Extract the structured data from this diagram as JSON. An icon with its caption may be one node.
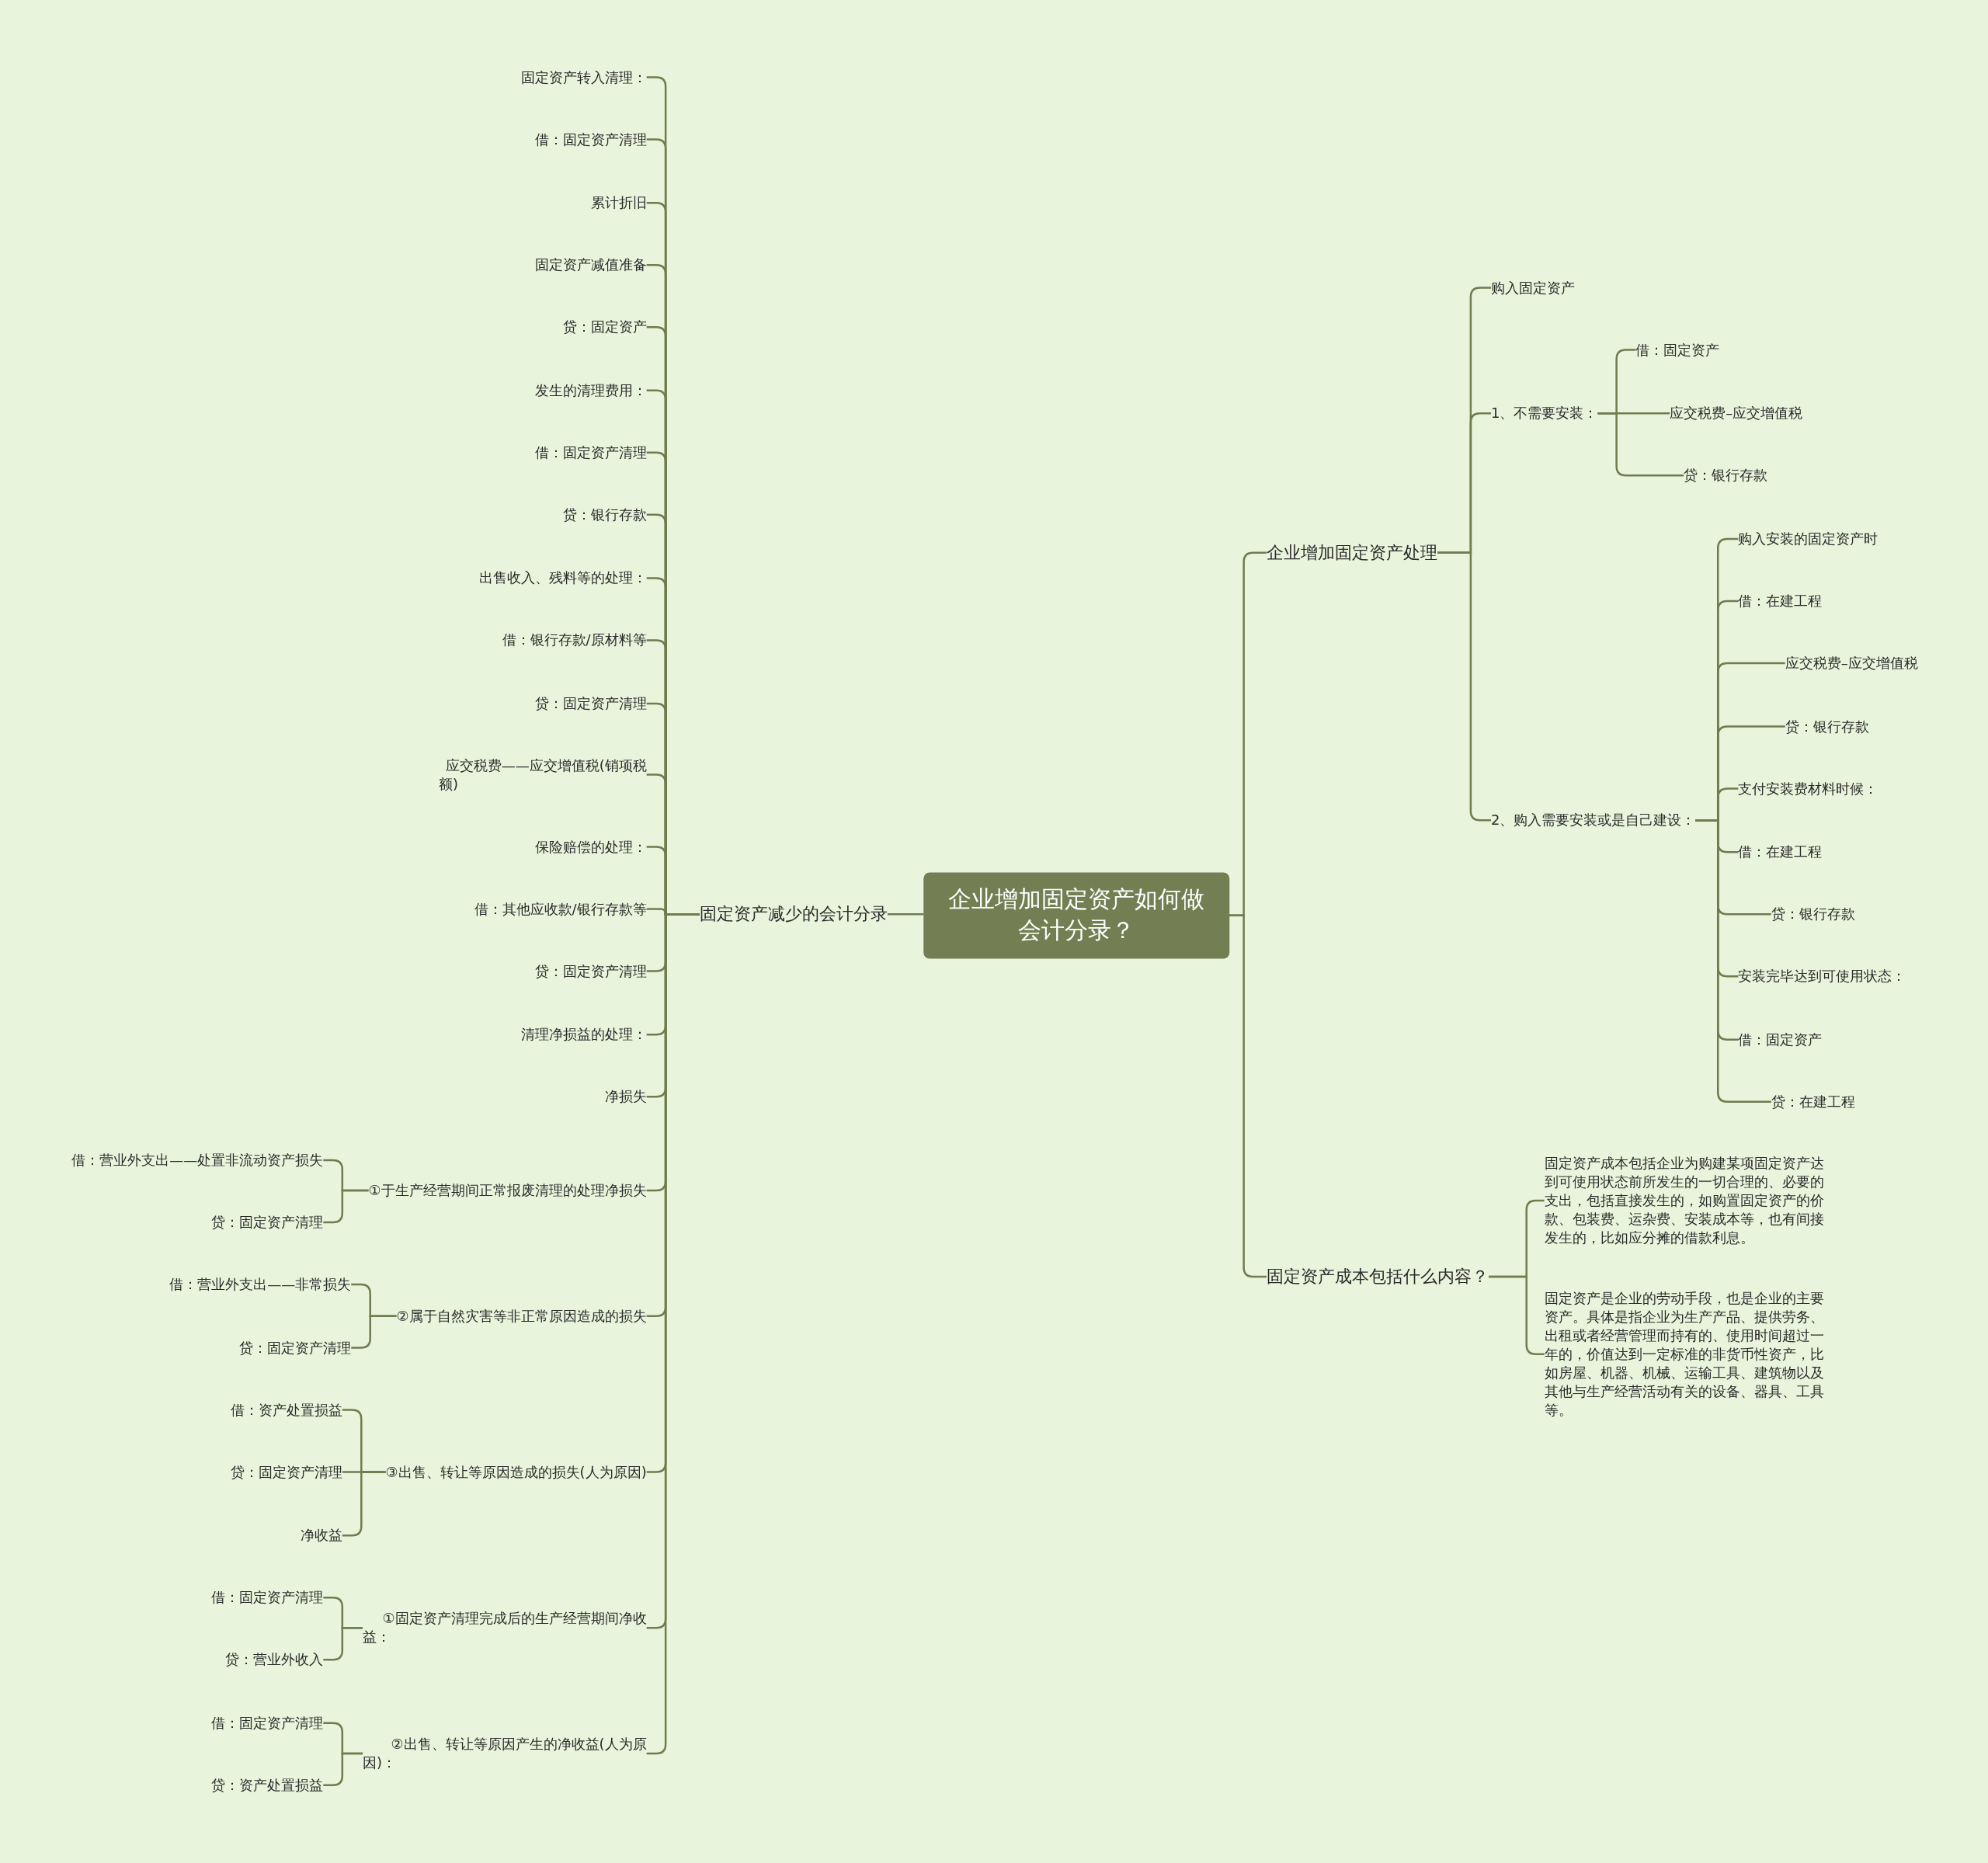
{
  "diagram": {
    "nodes": [
      {
        "text": [
          "企业增加固定资产如何做会计分录？"
        ]
      },
      {
        "text": [
          "固定资产减少的会计分录"
        ]
      },
      {
        "text": [
          "固定资产转入清理："
        ]
      },
      {
        "text": [
          "借：固定资产清理"
        ]
      },
      {
        "text": [
          "累计折旧"
        ]
      },
      {
        "text": [
          "固定资产减值准备"
        ]
      },
      {
        "text": [
          "贷：固定资产"
        ]
      },
      {
        "text": [
          "发生的清理费用："
        ]
      },
      {
        "text": [
          "借：固定资产清理"
        ]
      },
      {
        "text": [
          "贷：银行存款"
        ]
      },
      {
        "text": [
          "出售收入、残料等的处理："
        ]
      },
      {
        "text": [
          "借：银行存款/原材料等"
        ]
      },
      {
        "text": [
          "贷：固定资产清理"
        ]
      },
      {
        "text": [
          "应交税费——应交增值税(销项税额)"
        ]
      },
      {
        "text": [
          "保险赔偿的处理："
        ]
      },
      {
        "text": [
          "借：其他应收款/银行存款等"
        ]
      },
      {
        "text": [
          "贷：固定资产清理"
        ]
      },
      {
        "text": [
          "清理净损益的处理："
        ]
      },
      {
        "text": [
          "净损失"
        ]
      },
      {
        "text": [
          "①于生产经营期间正常报废清理的处理净损失"
        ]
      },
      {
        "text": [
          "借：营业外支出——处置非流动资产损失"
        ]
      },
      {
        "text": [
          "贷：固定资产清理"
        ]
      },
      {
        "text": [
          "②属于自然灾害等非正常原因造成的损失"
        ]
      },
      {
        "text": [
          "借：营业外支出——非常损失"
        ]
      },
      {
        "text": [
          "贷：固定资产清理"
        ]
      },
      {
        "text": [
          "③出售、转让等原因造成的损失(人为原因)"
        ]
      },
      {
        "text": [
          "借：资产处置损益"
        ]
      },
      {
        "text": [
          "贷：固定资产清理"
        ]
      },
      {
        "text": [
          "净收益"
        ]
      },
      {
        "text": [
          "①固定资产清理完成后的生产经营期间净收益："
        ]
      },
      {
        "text": [
          "借：固定资产清理"
        ]
      },
      {
        "text": [
          "贷：营业外收入"
        ]
      },
      {
        "text": [
          "②出售、转让等原因产生的净收益(人为原因)："
        ]
      },
      {
        "text": [
          "借：固定资产清理"
        ]
      },
      {
        "text": [
          "贷：资产处置损益"
        ]
      },
      {
        "text": [
          "企业增加固定资产处理"
        ]
      },
      {
        "text": [
          "购入固定资产"
        ]
      },
      {
        "text": [
          "1、不需要安装："
        ]
      },
      {
        "text": [
          "借：固定资产"
        ]
      },
      {
        "text": [
          "应交税费–应交增值税"
        ]
      },
      {
        "text": [
          "贷：银行存款"
        ]
      },
      {
        "text": [
          "2、购入需要安装或是自己建设："
        ]
      },
      {
        "text": [
          "购入安装的固定资产时"
        ]
      },
      {
        "text": [
          "借：在建工程"
        ]
      },
      {
        "text": [
          "应交税费–应交增值税"
        ]
      },
      {
        "text": [
          "贷：银行存款"
        ]
      },
      {
        "text": [
          "支付安装费材料时候："
        ]
      },
      {
        "text": [
          "借：在建工程"
        ]
      },
      {
        "text": [
          "贷：银行存款"
        ]
      },
      {
        "text": [
          "安装完毕达到可使用状态："
        ]
      },
      {
        "text": [
          "借：固定资产"
        ]
      },
      {
        "text": [
          "贷：在建工程"
        ]
      },
      {
        "text": [
          "固定资产成本包括什么内容？"
        ]
      },
      {
        "text": [
          "固定资产成本包括企业为购建某项固定资产达到可使用状态前所发生的一切合理的、必要的支出，包括直接发生的，如购置固定资产的价款、包装费、运杂费、安装成本等，也有间接发生的，比如应分摊的借款利息。"
        ]
      },
      {
        "text": [
          "固定资产是企业的劳动手段，也是企业的主要资产。具体是指企业为生产产品、提供劳务、出租或者经营管理而持有的、使用时间超过一年的，价值达到一定标准的非货币性资产，比如房屋、机器、机械、运输工具、建筑物以及其他与生产经营活动有关的设备、器具、工具等。"
        ]
      }
    ],
    "edges": [
      {
        "from": 0,
        "to": 1,
        "arrow": "none"
      },
      {
        "from": 1,
        "to": 2,
        "arrow": "none"
      },
      {
        "from": 1,
        "to": 3,
        "arrow": "none"
      },
      {
        "from": 1,
        "to": 4,
        "arrow": "none"
      },
      {
        "from": 1,
        "to": 5,
        "arrow": "none"
      },
      {
        "from": 1,
        "to": 6,
        "arrow": "none"
      },
      {
        "from": 1,
        "to": 7,
        "arrow": "none"
      },
      {
        "from": 1,
        "to": 8,
        "arrow": "none"
      },
      {
        "from": 1,
        "to": 9,
        "arrow": "none"
      },
      {
        "from": 1,
        "to": 10,
        "arrow": "none"
      },
      {
        "from": 1,
        "to": 11,
        "arrow": "none"
      },
      {
        "from": 1,
        "to": 12,
        "arrow": "none"
      },
      {
        "from": 1,
        "to": 13,
        "arrow": "none"
      },
      {
        "from": 1,
        "to": 14,
        "arrow": "none"
      },
      {
        "from": 1,
        "to": 15,
        "arrow": "none"
      },
      {
        "from": 1,
        "to": 16,
        "arrow": "none"
      },
      {
        "from": 1,
        "to": 17,
        "arrow": "none"
      },
      {
        "from": 1,
        "to": 18,
        "arrow": "none"
      },
      {
        "from": 1,
        "to": 19,
        "arrow": "none"
      },
      {
        "from": 19,
        "to": 20,
        "arrow": "none"
      },
      {
        "from": 19,
        "to": 21,
        "arrow": "none"
      },
      {
        "from": 1,
        "to": 22,
        "arrow": "none"
      },
      {
        "from": 22,
        "to": 23,
        "arrow": "none"
      },
      {
        "from": 22,
        "to": 24,
        "arrow": "none"
      },
      {
        "from": 1,
        "to": 25,
        "arrow": "none"
      },
      {
        "from": 25,
        "to": 26,
        "arrow": "none"
      },
      {
        "from": 25,
        "to": 27,
        "arrow": "none"
      },
      {
        "from": 25,
        "to": 28,
        "arrow": "none"
      },
      {
        "from": 1,
        "to": 29,
        "arrow": "none"
      },
      {
        "from": 29,
        "to": 30,
        "arrow": "none"
      },
      {
        "from": 29,
        "to": 31,
        "arrow": "none"
      },
      {
        "from": 1,
        "to": 32,
        "arrow": "none"
      },
      {
        "from": 32,
        "to": 33,
        "arrow": "none"
      },
      {
        "from": 32,
        "to": 34,
        "arrow": "none"
      },
      {
        "from": 0,
        "to": 35,
        "arrow": "none"
      },
      {
        "from": 35,
        "to": 36,
        "arrow": "none"
      },
      {
        "from": 35,
        "to": 37,
        "arrow": "none"
      },
      {
        "from": 37,
        "to": 38,
        "arrow": "none"
      },
      {
        "from": 37,
        "to": 39,
        "arrow": "none"
      },
      {
        "from": 37,
        "to": 40,
        "arrow": "none"
      },
      {
        "from": 35,
        "to": 41,
        "arrow": "none"
      },
      {
        "from": 41,
        "to": 42,
        "arrow": "none"
      },
      {
        "from": 41,
        "to": 43,
        "arrow": "none"
      },
      {
        "from": 41,
        "to": 44,
        "arrow": "none"
      },
      {
        "from": 41,
        "to": 45,
        "arrow": "none"
      },
      {
        "from": 41,
        "to": 46,
        "arrow": "none"
      },
      {
        "from": 41,
        "to": 47,
        "arrow": "none"
      },
      {
        "from": 41,
        "to": 48,
        "arrow": "none"
      },
      {
        "from": 41,
        "to": 49,
        "arrow": "none"
      },
      {
        "from": 41,
        "to": 50,
        "arrow": "none"
      },
      {
        "from": 41,
        "to": 51,
        "arrow": "none"
      },
      {
        "from": 0,
        "to": 52,
        "arrow": "none"
      },
      {
        "from": 52,
        "to": 53,
        "arrow": "none"
      },
      {
        "from": 52,
        "to": 54,
        "arrow": "none"
      }
    ]
  }
}
